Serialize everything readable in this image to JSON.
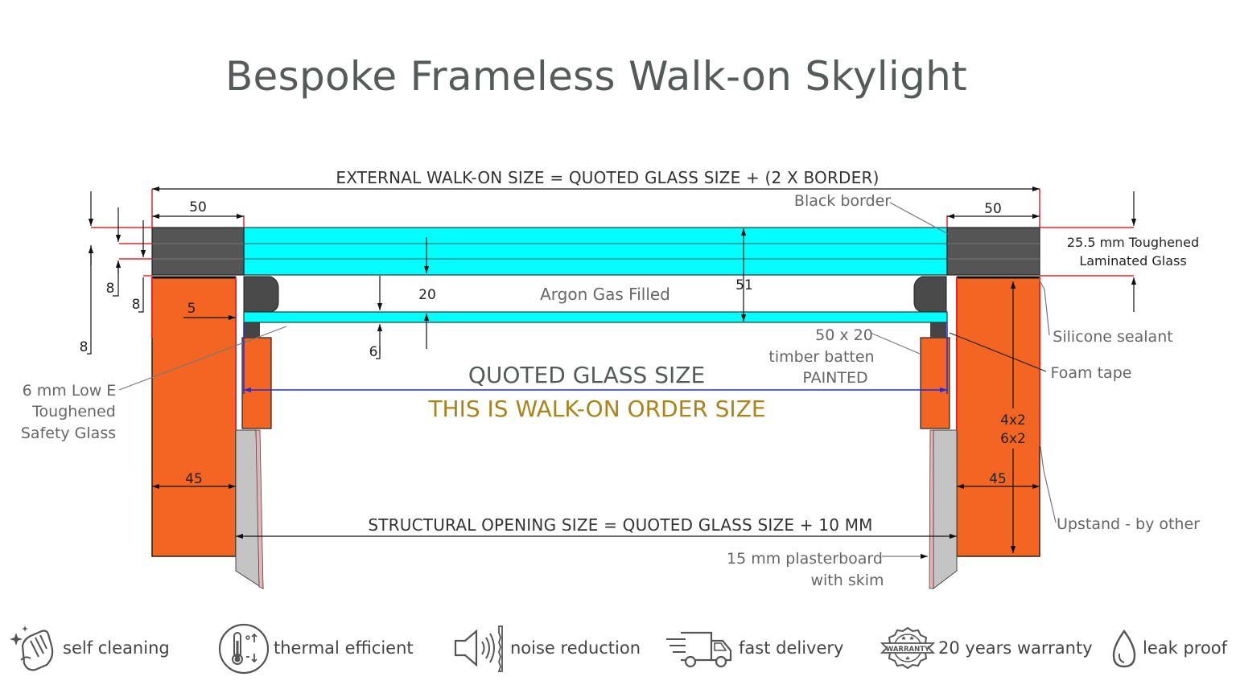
{
  "title": "Bespoke Frameless Walk-on Skylight",
  "colors": {
    "glass": "#00ffff",
    "border_block": "#555555",
    "timber": "#f26522",
    "red_line": "#e2262b",
    "blue_line": "#1e2fd6",
    "order_text": "#a8841a",
    "plasterboard": "#c4c4c4",
    "label_grey": "#666666"
  },
  "diagram": {
    "external_size": "EXTERNAL WALK-ON SIZE = QUOTED GLASS SIZE + (2 X BORDER)",
    "border_left": "50",
    "border_right": "50",
    "black_border": "Black border",
    "laminated_line1": "25.5 mm Toughened",
    "laminated_line2": "Laminated Glass",
    "dim_20": "20",
    "dim_51": "51",
    "argon": "Argon Gas Filled",
    "dim_8a": "8",
    "dim_8b": "8",
    "dim_8c": "8",
    "dim_5": "5",
    "dim_6": "6",
    "low_e_line1": "6 mm Low E",
    "low_e_line2": "Toughened",
    "low_e_line3": "Safety Glass",
    "silicone": "Silicone sealant",
    "batten_line1": "50 x 20",
    "batten_line2": "timber batten",
    "batten_line3": "PAINTED",
    "foam_tape": "Foam tape",
    "quoted_glass": "QUOTED GLASS SIZE",
    "order_size": "THIS IS WALK-ON ORDER SIZE",
    "upstand_size1": "4x2",
    "upstand_size2": "6x2",
    "dim_45_left": "45",
    "dim_45_right": "45",
    "upstand": "Upstand - by other",
    "structural": "STRUCTURAL OPENING SIZE = QUOTED GLASS SIZE + 10 MM",
    "plaster_line1": "15 mm plasterboard",
    "plaster_line2": "with skim"
  },
  "features": [
    {
      "icon": "self-cleaning-icon",
      "label": "self cleaning"
    },
    {
      "icon": "thermometer-icon",
      "label": "thermal efficient"
    },
    {
      "icon": "speaker-icon",
      "label": "noise reduction"
    },
    {
      "icon": "delivery-truck-icon",
      "label": "fast delivery"
    },
    {
      "icon": "warranty-badge-icon",
      "label": "20 years warranty",
      "badge_text": "WARRANTY"
    },
    {
      "icon": "water-drop-icon",
      "label": "leak proof"
    }
  ]
}
